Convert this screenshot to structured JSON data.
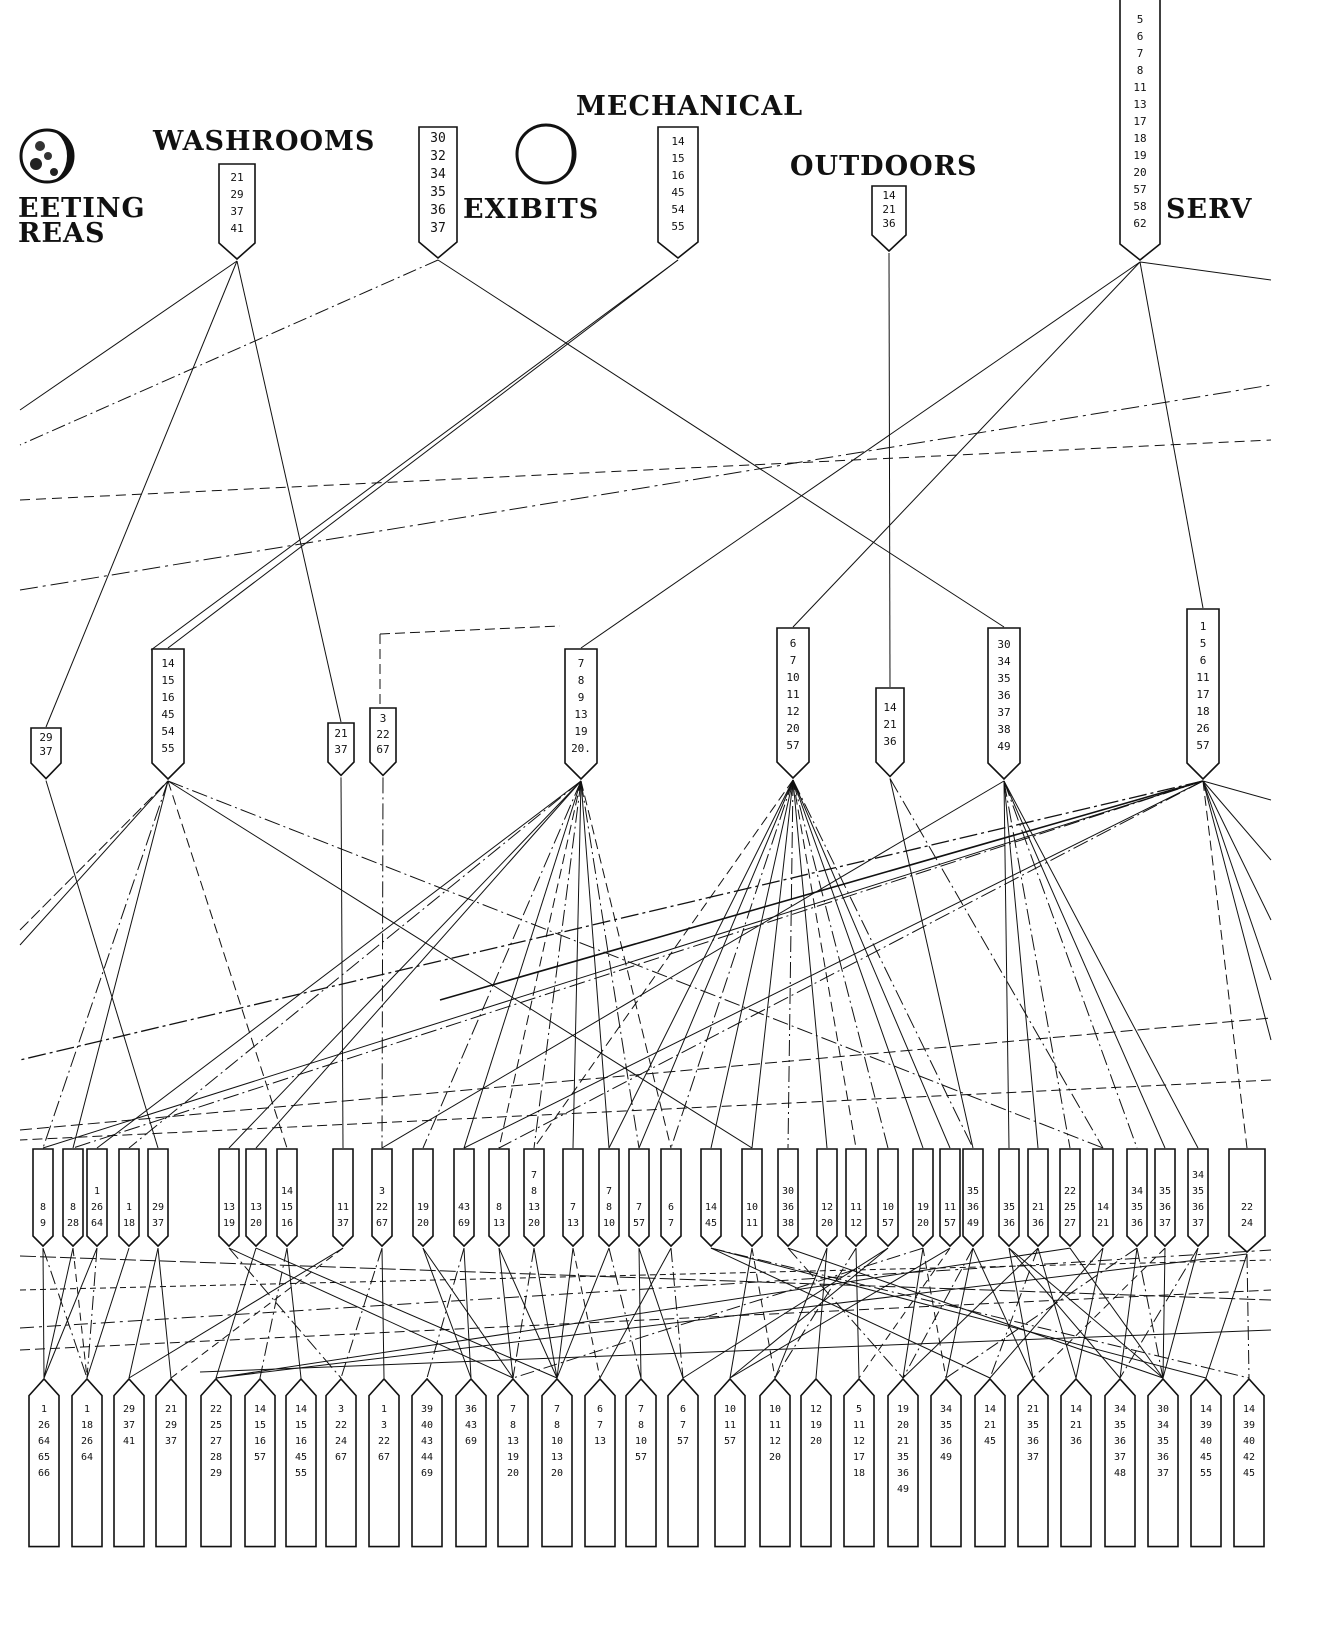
{
  "headings": {
    "meeting_areas": "EETING\nREAS",
    "washrooms": "WASHROOMS",
    "exibits": "EXIBITS",
    "mechanical": "MECHANICAL",
    "outdoors": "OUTDOORS",
    "services": "SERV"
  },
  "icons": {
    "left_globe": "moon-icon",
    "center_globe": "globe-icon"
  },
  "colors": {
    "ink": "#111111",
    "paper": "#ffffff"
  },
  "top_row": [
    {
      "label": "washrooms-box",
      "numbers": [
        "21",
        "29",
        "37",
        "41"
      ]
    },
    {
      "label": "exibits-box",
      "numbers": [
        "30",
        "32",
        "34",
        "35",
        "36",
        "37"
      ]
    },
    {
      "label": "mechanical-box",
      "numbers": [
        "14",
        "15",
        "16",
        "45",
        "54",
        "55"
      ]
    },
    {
      "label": "outdoors-box",
      "numbers": [
        "14",
        "21",
        "36"
      ]
    },
    {
      "label": "services-box",
      "numbers": [
        "5",
        "6",
        "7",
        "8",
        "11",
        "13",
        "17",
        "18",
        "19",
        "20",
        "57",
        "58",
        "62"
      ]
    }
  ],
  "middle_row": [
    {
      "numbers": [
        "29",
        "37"
      ]
    },
    {
      "numbers": [
        "14",
        "15",
        "16",
        "45",
        "54",
        "55"
      ]
    },
    {
      "numbers": [
        "21",
        "37"
      ]
    },
    {
      "numbers": [
        "3",
        "22",
        "67"
      ]
    },
    {
      "numbers": [
        "7",
        "8",
        "9",
        "13",
        "19",
        "20."
      ]
    },
    {
      "numbers": [
        "6",
        "7",
        "10",
        "11",
        "12",
        "20",
        "57"
      ]
    },
    {
      "numbers": [
        "14",
        "21",
        "36"
      ]
    },
    {
      "numbers": [
        "30",
        "34",
        "35",
        "36",
        "37",
        "38",
        "49"
      ]
    },
    {
      "numbers": [
        "1",
        "5",
        "6",
        "11",
        "17",
        "18",
        "26",
        "57"
      ]
    }
  ],
  "lower_row": [
    {
      "numbers": [
        "8",
        "9"
      ]
    },
    {
      "numbers": [
        "8",
        "28"
      ]
    },
    {
      "numbers": [
        "1",
        "26",
        "64"
      ]
    },
    {
      "numbers": [
        "1",
        "18"
      ]
    },
    {
      "numbers": [
        "29",
        "37"
      ]
    },
    {
      "numbers": [
        "13",
        "19"
      ]
    },
    {
      "numbers": [
        "13",
        "20"
      ]
    },
    {
      "numbers": [
        "14",
        "15",
        "16"
      ]
    },
    {
      "numbers": [
        "11",
        "37"
      ]
    },
    {
      "numbers": [
        "3",
        "22",
        "67"
      ]
    },
    {
      "numbers": [
        "19",
        "20"
      ]
    },
    {
      "numbers": [
        "43",
        "69"
      ]
    },
    {
      "numbers": [
        "8",
        "13"
      ]
    },
    {
      "numbers": [
        "7",
        "8",
        "13",
        "20"
      ]
    },
    {
      "numbers": [
        "7",
        "13"
      ]
    },
    {
      "numbers": [
        "7",
        "8",
        "10"
      ]
    },
    {
      "numbers": [
        "7",
        "57"
      ]
    },
    {
      "numbers": [
        "6",
        "7"
      ]
    },
    {
      "numbers": [
        "14",
        "45"
      ]
    },
    {
      "numbers": [
        "10",
        "11"
      ]
    },
    {
      "numbers": [
        "30",
        "36",
        "38"
      ]
    },
    {
      "numbers": [
        "12",
        "20"
      ]
    },
    {
      "numbers": [
        "11",
        "12"
      ]
    },
    {
      "numbers": [
        "10",
        "57"
      ]
    },
    {
      "numbers": [
        "19",
        "20"
      ]
    },
    {
      "numbers": [
        "11",
        "57"
      ]
    },
    {
      "numbers": [
        "35",
        "36",
        "49"
      ]
    },
    {
      "numbers": [
        "35",
        "36"
      ]
    },
    {
      "numbers": [
        "21",
        "36"
      ]
    },
    {
      "numbers": [
        "22",
        "25",
        "27"
      ]
    },
    {
      "numbers": [
        "14",
        "21"
      ]
    },
    {
      "numbers": [
        "34",
        "35",
        "36"
      ]
    },
    {
      "numbers": [
        "35",
        "36",
        "37"
      ]
    },
    {
      "numbers": [
        "34",
        "35",
        "36",
        "37"
      ]
    },
    {
      "numbers": [
        "22",
        "24"
      ]
    }
  ],
  "bottom_row": [
    {
      "numbers": [
        "1",
        "26",
        "64",
        "65",
        "66"
      ]
    },
    {
      "numbers": [
        "1",
        "18",
        "26",
        "64"
      ]
    },
    {
      "numbers": [
        "29",
        "37",
        "41"
      ]
    },
    {
      "numbers": [
        "21",
        "29",
        "37"
      ]
    },
    {
      "numbers": [
        "22",
        "25",
        "27",
        "28",
        "29"
      ]
    },
    {
      "numbers": [
        "14",
        "15",
        "16",
        "57"
      ]
    },
    {
      "numbers": [
        "14",
        "15",
        "16",
        "45",
        "55"
      ]
    },
    {
      "numbers": [
        "3",
        "22",
        "24",
        "67"
      ]
    },
    {
      "numbers": [
        "1",
        "3",
        "22",
        "67"
      ]
    },
    {
      "numbers": [
        "39",
        "40",
        "43",
        "44",
        "69"
      ]
    },
    {
      "numbers": [
        "36",
        "43",
        "69"
      ]
    },
    {
      "numbers": [
        "7",
        "8",
        "13",
        "19",
        "20"
      ]
    },
    {
      "numbers": [
        "7",
        "8",
        "10",
        "13",
        "20"
      ]
    },
    {
      "numbers": [
        "6",
        "7",
        "13"
      ]
    },
    {
      "numbers": [
        "7",
        "8",
        "10",
        "57"
      ]
    },
    {
      "numbers": [
        "6",
        "7",
        "57"
      ]
    },
    {
      "numbers": [
        "10",
        "11",
        "57"
      ]
    },
    {
      "numbers": [
        "10",
        "11",
        "12",
        "20"
      ]
    },
    {
      "numbers": [
        "12",
        "19",
        "20"
      ]
    },
    {
      "numbers": [
        "5",
        "11",
        "12",
        "17",
        "18"
      ]
    },
    {
      "numbers": [
        "19",
        "20",
        "21",
        "35",
        "36",
        "49"
      ]
    },
    {
      "numbers": [
        "34",
        "35",
        "36",
        "49"
      ]
    },
    {
      "numbers": [
        "14",
        "21",
        "45"
      ]
    },
    {
      "numbers": [
        "21",
        "35",
        "36",
        "37"
      ]
    },
    {
      "numbers": [
        "14",
        "21",
        "36"
      ]
    },
    {
      "numbers": [
        "34",
        "35",
        "36",
        "37",
        "48"
      ]
    },
    {
      "numbers": [
        "30",
        "34",
        "35",
        "36",
        "37"
      ]
    },
    {
      "numbers": [
        "14",
        "39",
        "40",
        "45",
        "55"
      ]
    },
    {
      "numbers": [
        "14",
        "39",
        "40",
        "42",
        "45"
      ]
    }
  ]
}
